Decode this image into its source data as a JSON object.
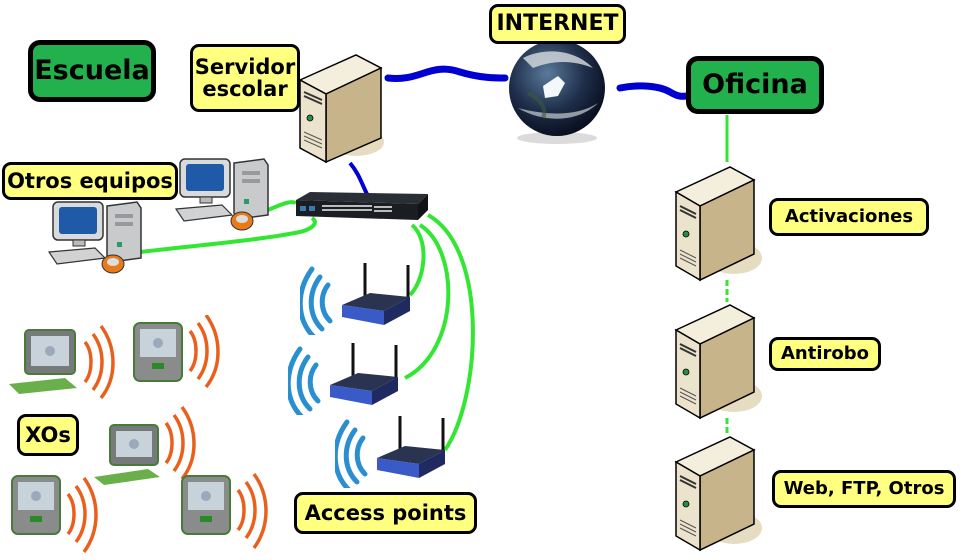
{
  "labels": {
    "escuela": "Escuela",
    "servidor": "Servidor escolar",
    "servidor_line1": "Servidor",
    "servidor_line2": "escolar",
    "internet": "INTERNET",
    "oficina": "Oficina",
    "otros_equipos": "Otros equipos",
    "activaciones": "Activaciones",
    "antirobo": "Antirobo",
    "web_ftp": "Web, FTP, Otros",
    "xos": "XOs",
    "access_points": "Access points"
  },
  "colors": {
    "label_yellow": "#ffff80",
    "label_green": "#22b14c",
    "wired_link_blue": "#0000d0",
    "lan_link_green": "#33e633",
    "wifi_ap_blue": "#2a8fd0",
    "wifi_xo_orange": "#e8601c"
  },
  "nodes": {
    "school_server": "server-icon",
    "internet": "globe-icon",
    "switch": "network-switch-icon",
    "desktops": [
      "desktop-pc-icon",
      "desktop-pc-icon"
    ],
    "access_points": [
      "wireless-router-icon",
      "wireless-router-icon",
      "wireless-router-icon"
    ],
    "xo_laptops": [
      "xo-laptop-icon",
      "xo-laptop-icon",
      "xo-laptop-icon",
      "xo-laptop-icon",
      "xo-laptop-icon"
    ],
    "office_servers": [
      "server-icon",
      "server-icon",
      "server-icon"
    ]
  }
}
